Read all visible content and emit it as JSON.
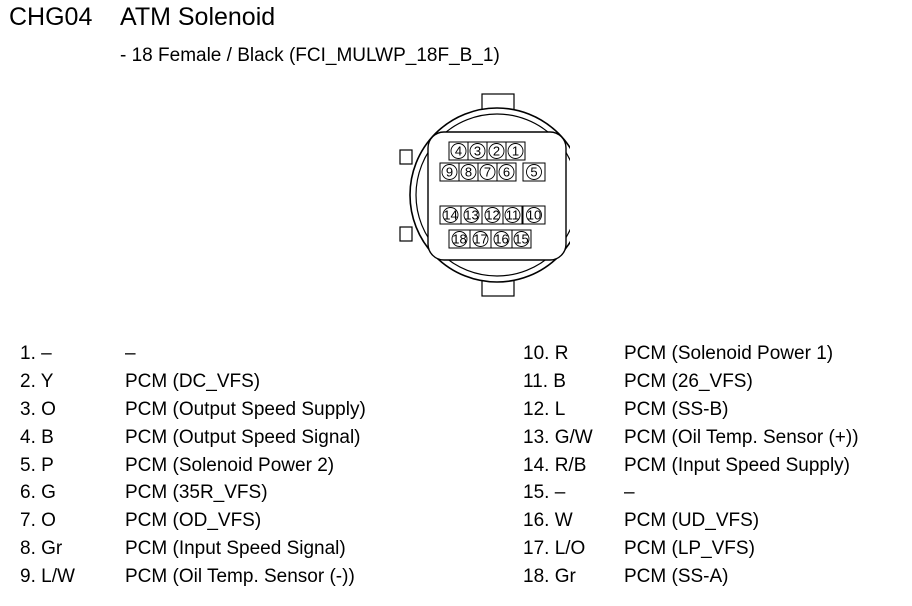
{
  "header": {
    "code": "CHG04",
    "title": "ATM Solenoid",
    "subtitle": "- 18 Female / Black (FCI_MULWP_18F_B_1)"
  },
  "connector": {
    "pins": [
      "1",
      "2",
      "3",
      "4",
      "5",
      "6",
      "7",
      "8",
      "9",
      "10",
      "11",
      "12",
      "13",
      "14",
      "15",
      "16",
      "17",
      "18"
    ]
  },
  "pin_table": {
    "left": [
      {
        "num": "1. –",
        "desc": "–"
      },
      {
        "num": "2. Y",
        "desc": "PCM (DC_VFS)"
      },
      {
        "num": "3. O",
        "desc": "PCM (Output Speed Supply)"
      },
      {
        "num": "4. B",
        "desc": "PCM (Output Speed Signal)"
      },
      {
        "num": "5. P",
        "desc": "PCM (Solenoid Power 2)"
      },
      {
        "num": "6. G",
        "desc": "PCM (35R_VFS)"
      },
      {
        "num": "7. O",
        "desc": "PCM (OD_VFS)"
      },
      {
        "num": "8. Gr",
        "desc": "PCM (Input Speed Signal)"
      },
      {
        "num": "9.  L/W",
        "desc": "PCM (Oil Temp. Sensor (-))"
      }
    ],
    "right": [
      {
        "num": "10. R",
        "desc": "PCM (Solenoid Power 1)"
      },
      {
        "num": "11. B",
        "desc": "PCM (26_VFS)"
      },
      {
        "num": "12. L",
        "desc": "PCM (SS-B)"
      },
      {
        "num": "13. G/W",
        "desc": "PCM (Oil Temp. Sensor (+))"
      },
      {
        "num": "14. R/B",
        "desc": "PCM (Input Speed Supply)"
      },
      {
        "num": "15. –",
        "desc": "–"
      },
      {
        "num": "16. W",
        "desc": "PCM (UD_VFS)"
      },
      {
        "num": "17. L/O",
        "desc": "PCM (LP_VFS)"
      },
      {
        "num": "18. Gr",
        "desc": "PCM (SS-A)"
      }
    ]
  }
}
